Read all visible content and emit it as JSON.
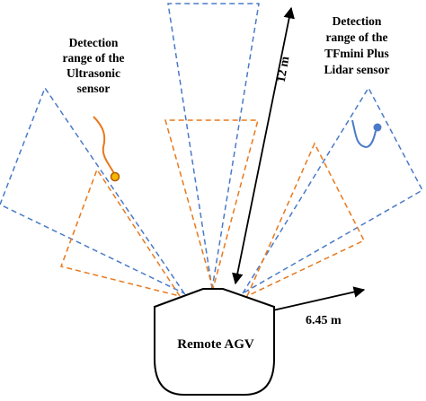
{
  "labels": {
    "ultrasonic_line1": "Detection",
    "ultrasonic_line2": "range of the",
    "ultrasonic_line3": "Ultrasonic",
    "ultrasonic_line4": "sensor",
    "lidar_line1": "Detection",
    "lidar_line2": "range of the",
    "lidar_line3": "TFmini Plus",
    "lidar_line4": "Lidar sensor",
    "lidar_range": "12 m",
    "ultrasonic_range": "6.45 m",
    "agv": "Remote AGV"
  },
  "colors": {
    "ultrasonic": "#e8781c",
    "lidar": "#4a7ac8",
    "outline": "#000000",
    "marker_fill": "#f5b800",
    "marker_stroke": "#b35a00"
  }
}
